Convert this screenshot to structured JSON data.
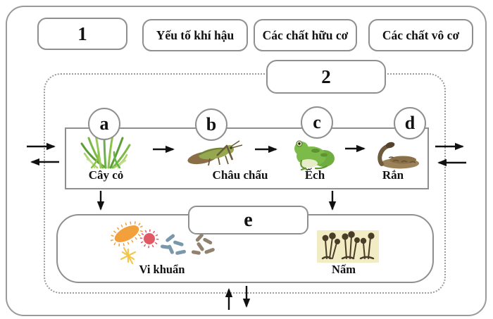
{
  "colors": {
    "box_border": "#8f8f8f",
    "outer_border": "#9a9a9a",
    "text": "#111111",
    "arrow": "#111111",
    "fungi_bg": "#f1ecc4"
  },
  "top_row": {
    "box_1_label": "1",
    "climate_label": "Yếu tố khí hậu",
    "organic_label": "Các chất hữu cơ",
    "inorganic_label": "Các chất vô cơ"
  },
  "ecosystem": {
    "box_2_label": "2",
    "chain": [
      {
        "letter": "a",
        "name": "Cây cỏ",
        "icon": "grass-icon"
      },
      {
        "letter": "b",
        "name": "Châu chấu",
        "icon": "grasshopper-icon"
      },
      {
        "letter": "c",
        "name": "Ếch",
        "icon": "frog-icon"
      },
      {
        "letter": "d",
        "name": "Rắn",
        "icon": "snake-icon"
      }
    ],
    "decomposer": {
      "box_e_label": "e",
      "items": [
        {
          "name": "Vi khuẩn",
          "icon": "bacteria-icon"
        },
        {
          "name": "Nấm",
          "icon": "fungi-icon"
        }
      ]
    }
  }
}
